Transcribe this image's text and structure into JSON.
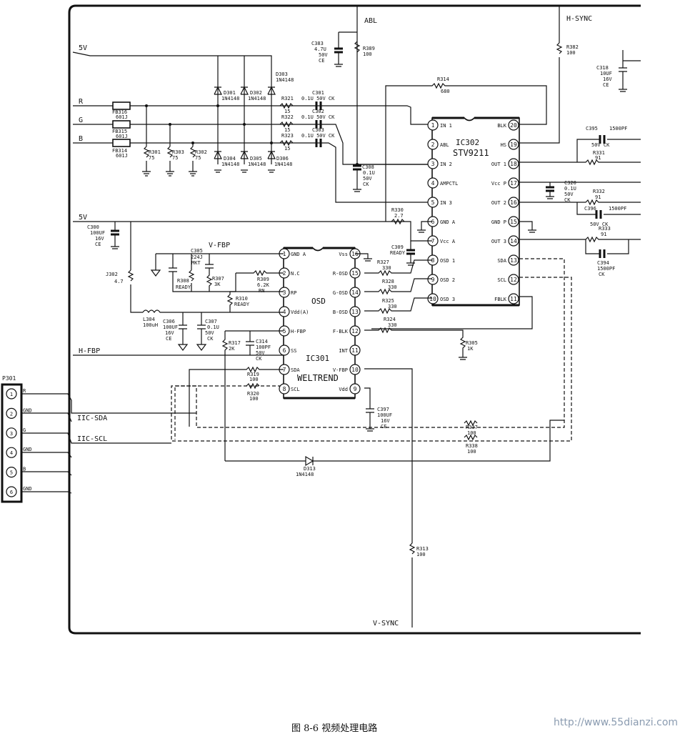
{
  "figure": {
    "caption": "图 8-6  视频处理电路",
    "watermark": "http://www.55dianzi.com"
  },
  "ic302": {
    "ref": "IC302",
    "part": "STV9211",
    "left_pins": [
      {
        "num": "1",
        "name": "IN 1"
      },
      {
        "num": "2",
        "name": "ABL"
      },
      {
        "num": "3",
        "name": "IN 2"
      },
      {
        "num": "4",
        "name": "AMPCTL"
      },
      {
        "num": "5",
        "name": "IN 3"
      },
      {
        "num": "6",
        "name": "GND A"
      },
      {
        "num": "7",
        "name": "Vcc A"
      },
      {
        "num": "8",
        "name": "OSD 1"
      },
      {
        "num": "9",
        "name": "OSD 2"
      },
      {
        "num": "10",
        "name": "OSD 3"
      }
    ],
    "right_pins": [
      {
        "num": "20",
        "name": "BLK"
      },
      {
        "num": "19",
        "name": "HS"
      },
      {
        "num": "18",
        "name": "OUT 1"
      },
      {
        "num": "17",
        "name": "Vcc P"
      },
      {
        "num": "16",
        "name": "OUT 2"
      },
      {
        "num": "15",
        "name": "GND P"
      },
      {
        "num": "14",
        "name": "OUT 3"
      },
      {
        "num": "13",
        "name": "SDA"
      },
      {
        "num": "12",
        "name": "SCL"
      },
      {
        "num": "11",
        "name": "FBLK"
      }
    ]
  },
  "ic301": {
    "ref": "IC301",
    "function": "OSD",
    "part": "WELTREND",
    "left_pins": [
      {
        "num": "1",
        "name": "GND A"
      },
      {
        "num": "2",
        "name": "N.C"
      },
      {
        "num": "3",
        "name": "RP"
      },
      {
        "num": "4",
        "name": "Vdd(A)"
      },
      {
        "num": "5",
        "name": "H-FBP"
      },
      {
        "num": "6",
        "name": "SS"
      },
      {
        "num": "7",
        "name": "SDA"
      },
      {
        "num": "8",
        "name": "SCL"
      }
    ],
    "right_pins": [
      {
        "num": "16",
        "name": "Vss"
      },
      {
        "num": "15",
        "name": "R-OSD"
      },
      {
        "num": "14",
        "name": "G-OSD"
      },
      {
        "num": "13",
        "name": "B-OSD"
      },
      {
        "num": "12",
        "name": "F-BLK"
      },
      {
        "num": "11",
        "name": "INT"
      },
      {
        "num": "10",
        "name": "V-FBP"
      },
      {
        "num": "9",
        "name": "Vdd"
      }
    ]
  },
  "connector": {
    "ref": "P301",
    "pins": [
      {
        "num": "1",
        "signal": "R"
      },
      {
        "num": "2",
        "signal": "GND"
      },
      {
        "num": "3",
        "signal": "G"
      },
      {
        "num": "4",
        "signal": "GND"
      },
      {
        "num": "5",
        "signal": "B"
      },
      {
        "num": "6",
        "signal": "GND"
      }
    ]
  },
  "nets": {
    "abl": "ABL",
    "hsync": "H-SYNC",
    "vsync": "V-SYNC",
    "v5_top": "5V",
    "v5_mid": "5V",
    "r": "R",
    "g": "G",
    "b": "B",
    "vfbp": "V-FBP",
    "hfbp": "H-FBP",
    "iic_sda": "IIC-SDA",
    "iic_scl": "IIC-SCL"
  },
  "components": {
    "fb316": [
      "FB316",
      "601J"
    ],
    "fb315": [
      "FB315",
      "601J"
    ],
    "fb314": [
      "FB314",
      "601J"
    ],
    "r301": [
      "R301",
      "75"
    ],
    "r303": [
      "R303",
      "75"
    ],
    "r302": [
      "R302",
      "75"
    ],
    "d301": [
      "D301",
      "1N4148"
    ],
    "d302": [
      "D302",
      "1N4148"
    ],
    "d303": [
      "D303",
      "1N4148"
    ],
    "d304": [
      "D304",
      "1N4148"
    ],
    "d305": [
      "D305",
      "1N4148"
    ],
    "d306": [
      "D306",
      "1N4148"
    ],
    "r321": [
      "R321",
      "15"
    ],
    "r322": [
      "R322",
      "15"
    ],
    "r323": [
      "R323",
      "15"
    ],
    "c301": [
      "C301",
      "0.1U 50V CK"
    ],
    "c302": [
      "C302",
      "0.1U 50V CK"
    ],
    "c303": [
      "C303",
      "0.1U 50V CK"
    ],
    "c383": [
      "C383",
      "4.7U",
      "50V",
      "CE"
    ],
    "r389": [
      "R389",
      "100"
    ],
    "r314": [
      "R314",
      "680"
    ],
    "c308": [
      "C308",
      "0.1U",
      "50V",
      "CK"
    ],
    "r382": [
      "R382",
      "100"
    ],
    "c318": [
      "C318",
      "10UF",
      "16V",
      "CE"
    ],
    "c395": [
      "C395",
      "1500PF",
      "50V CK"
    ],
    "r331": [
      "R331",
      "91"
    ],
    "c320": [
      "C320",
      "0.1U",
      "50V",
      "CK"
    ],
    "r332": [
      "R332",
      "91"
    ],
    "c396": [
      "C396",
      "1500PF",
      "50V CK"
    ],
    "r333": [
      "R333",
      "91"
    ],
    "c394": [
      "C394",
      "1500PF",
      "CK"
    ],
    "r330": [
      "R330",
      "2.7"
    ],
    "c309": [
      "C309",
      "READY"
    ],
    "c300": [
      "C300",
      "100UF",
      "16V",
      "CE"
    ],
    "j302": [
      "J302",
      "4.7"
    ],
    "c305": [
      "C305",
      "224J",
      "MKT"
    ],
    "r308": [
      "R308",
      "READY"
    ],
    "r307": [
      "R307",
      "3K"
    ],
    "r309": [
      "R309",
      "6.2K",
      "RN"
    ],
    "r310": [
      "R310",
      "READY"
    ],
    "l304": [
      "L304",
      "100uH"
    ],
    "c306": [
      "C306",
      "100UF",
      "16V",
      "CE"
    ],
    "c307": [
      "C307",
      "0.1U",
      "50V",
      "CK"
    ],
    "r317": [
      "R317",
      "2K"
    ],
    "c314": [
      "C314",
      "100PF",
      "50V",
      "CK"
    ],
    "r319": [
      "R319",
      "100"
    ],
    "r320": [
      "R320",
      "100"
    ],
    "r327": [
      "R327",
      "330"
    ],
    "r328": [
      "R328",
      "330"
    ],
    "r325": [
      "R325",
      "330"
    ],
    "r324": [
      "R324",
      "330"
    ],
    "r305": [
      "R305",
      "1K"
    ],
    "c397": [
      "C397",
      "100UF",
      "16V",
      "CE"
    ],
    "r337": [
      "R337",
      "100"
    ],
    "r338": [
      "R338",
      "100"
    ],
    "d313": [
      "D313",
      "1N4148"
    ],
    "r313": [
      "R313",
      "100"
    ]
  }
}
